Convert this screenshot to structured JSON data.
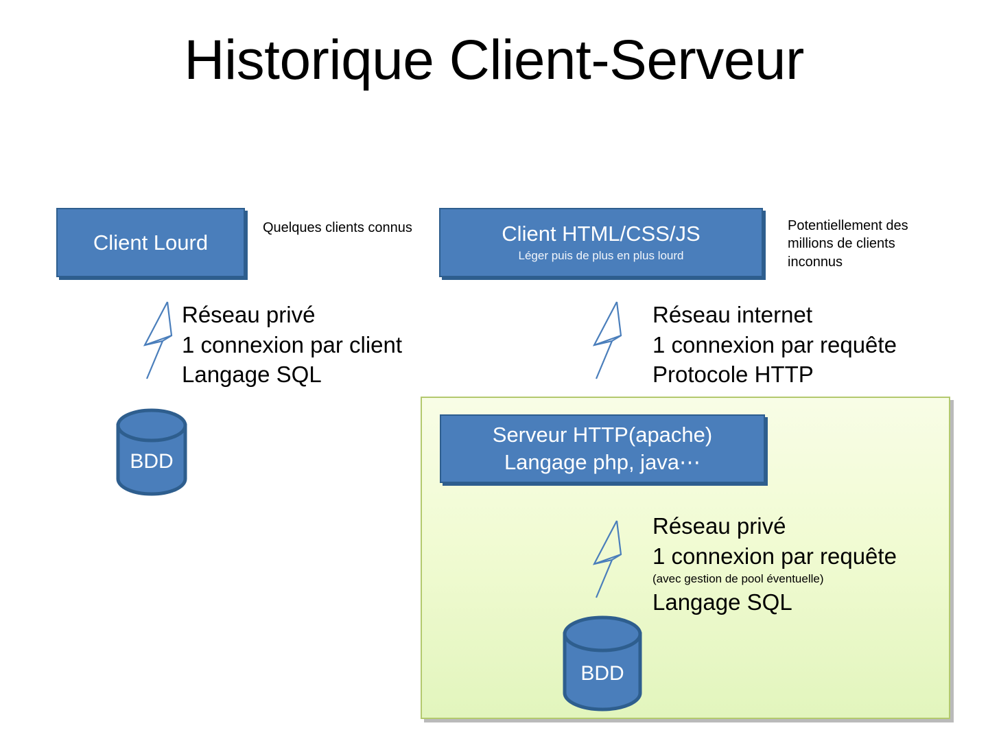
{
  "slide": {
    "title": "Historique Client-Serveur"
  },
  "colors": {
    "box_fill": "#4a7ebb",
    "box_border": "#2e5e8e",
    "zone_fill_top": "#f8fde6",
    "zone_fill_bottom": "#e2f5bd",
    "zone_border": "#b3c96e",
    "bolt_stroke": "#4a7ebb",
    "text": "#000000",
    "box_text": "#ffffff"
  },
  "client_thick": {
    "box_title": "Client Lourd",
    "note": "Quelques clients connus",
    "network": {
      "lines": [
        "Réseau privé",
        "1 connexion par client",
        "Langage SQL"
      ]
    },
    "database": {
      "label": "BDD"
    }
  },
  "client_web": {
    "box_title": "Client HTML/CSS/JS",
    "box_subtitle": "Léger puis de plus en plus lourd",
    "note": "Potentiellement des millions de clients inconnus",
    "network": {
      "lines": [
        "Réseau internet",
        "1 connexion par requête",
        "Protocole HTTP"
      ]
    }
  },
  "server_zone": {
    "box": {
      "line1_main": "Serveur HTTP",
      "line1_paren": "(apache)",
      "line2": "Langage php, java⋯"
    },
    "network": {
      "line1": "Réseau privé",
      "line2": "1 connexion par requête",
      "note": "(avec gestion de pool éventuelle)",
      "line3": "Langage SQL"
    },
    "database": {
      "label": "BDD"
    }
  },
  "icons": {
    "bolt": "lightning-bolt-icon",
    "database": "database-cylinder-icon"
  }
}
